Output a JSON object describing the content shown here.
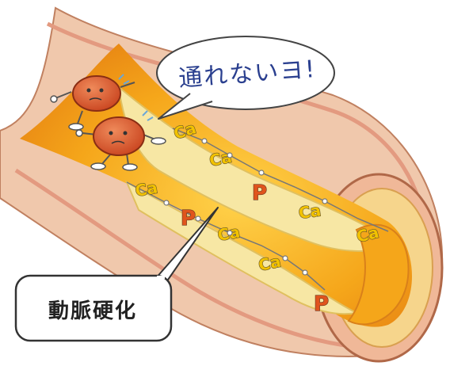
{
  "speech_bubble": {
    "text": "通れないヨ!"
  },
  "label_box": {
    "text": "動脈硬化"
  },
  "molecules": {
    "calcium_symbol": "Ca",
    "phosphorus_symbol": "P"
  },
  "colors": {
    "vessel_outer": "#f0c8ac",
    "vessel_mid": "#e8a880",
    "lumen_orange": "#f5a61a",
    "plaque_yellow": "#f7e7a4",
    "blood_cell": "#d9572a",
    "calcium": "#f2c200",
    "phosphorus": "#e0541c"
  }
}
